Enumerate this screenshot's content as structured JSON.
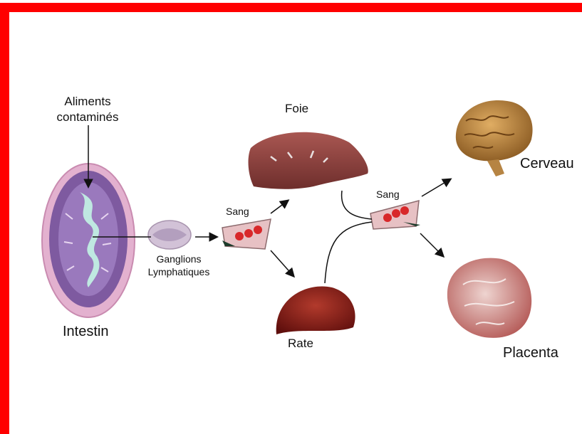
{
  "colors": {
    "frame": "#ff0000",
    "arrow": "#111111",
    "liver": "#8a3d3a",
    "spleen": "#7a1512",
    "brain": "#c28a3c",
    "placenta": "#d8aca6",
    "intestine_outer": "#d89bbf",
    "intestine_inner": "#b7e3dc",
    "node": "#c8b7cc",
    "blood_vessel": "#e4b9bd",
    "blood_cell": "#d8282a"
  },
  "labels": {
    "aliments": "Aliments\ncontaminés",
    "intestin": "Intestin",
    "ganglions": "Ganglions\nLymphatiques",
    "sang_1": "Sang",
    "sang_2": "Sang",
    "foie": "Foie",
    "rate": "Rate",
    "cerveau": "Cerveau",
    "placenta": "Placenta"
  }
}
